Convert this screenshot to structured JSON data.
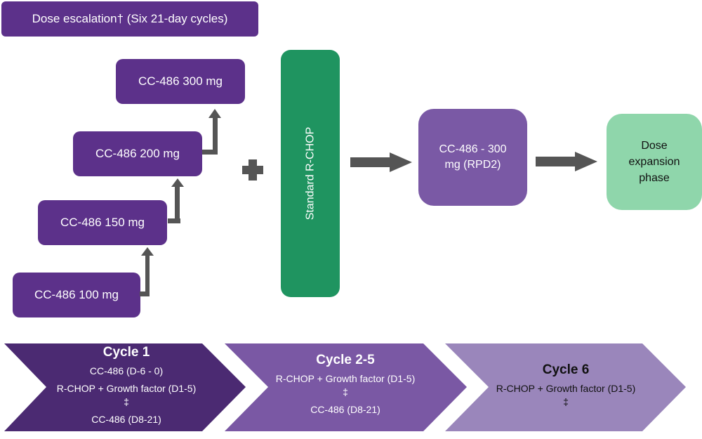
{
  "header": {
    "label": "Dose escalation† (Six 21-day cycles)"
  },
  "dose_steps": [
    {
      "label": "CC-486 100 mg"
    },
    {
      "label": "CC-486 150 mg"
    },
    {
      "label": "CC-486 200 mg"
    },
    {
      "label": "CC-486 300 mg"
    }
  ],
  "plus_symbol": "plus-icon",
  "rchop": {
    "label": "Standard R-CHOP"
  },
  "rpd2": {
    "label": "CC-486 - 300 mg (RPD2)"
  },
  "expansion": {
    "label": "Dose expansion phase"
  },
  "cycles": [
    {
      "title": "Cycle 1",
      "lines": [
        "CC-486 (D-6 - 0)",
        "R-CHOP + Growth factor (D1-5) ‡",
        "CC-486 (D8-21)"
      ]
    },
    {
      "title": "Cycle 2-5",
      "lines": [
        "R-CHOP + Growth factor (D1-5) ‡",
        "CC-486 (D8-21)"
      ]
    },
    {
      "title": "Cycle 6",
      "lines": [
        "R-CHOP + Growth factor (D1-5) ‡"
      ]
    }
  ],
  "colors": {
    "dark_purple": "#5c318a",
    "mid_purple": "#7a59a5",
    "green": "#1f9460",
    "light_green": "#8fd6ab",
    "arrow_gray": "#555555",
    "cycle1": "#4b2a72",
    "cycle2": "#7a58a4",
    "cycle3": "#9a86bb"
  }
}
